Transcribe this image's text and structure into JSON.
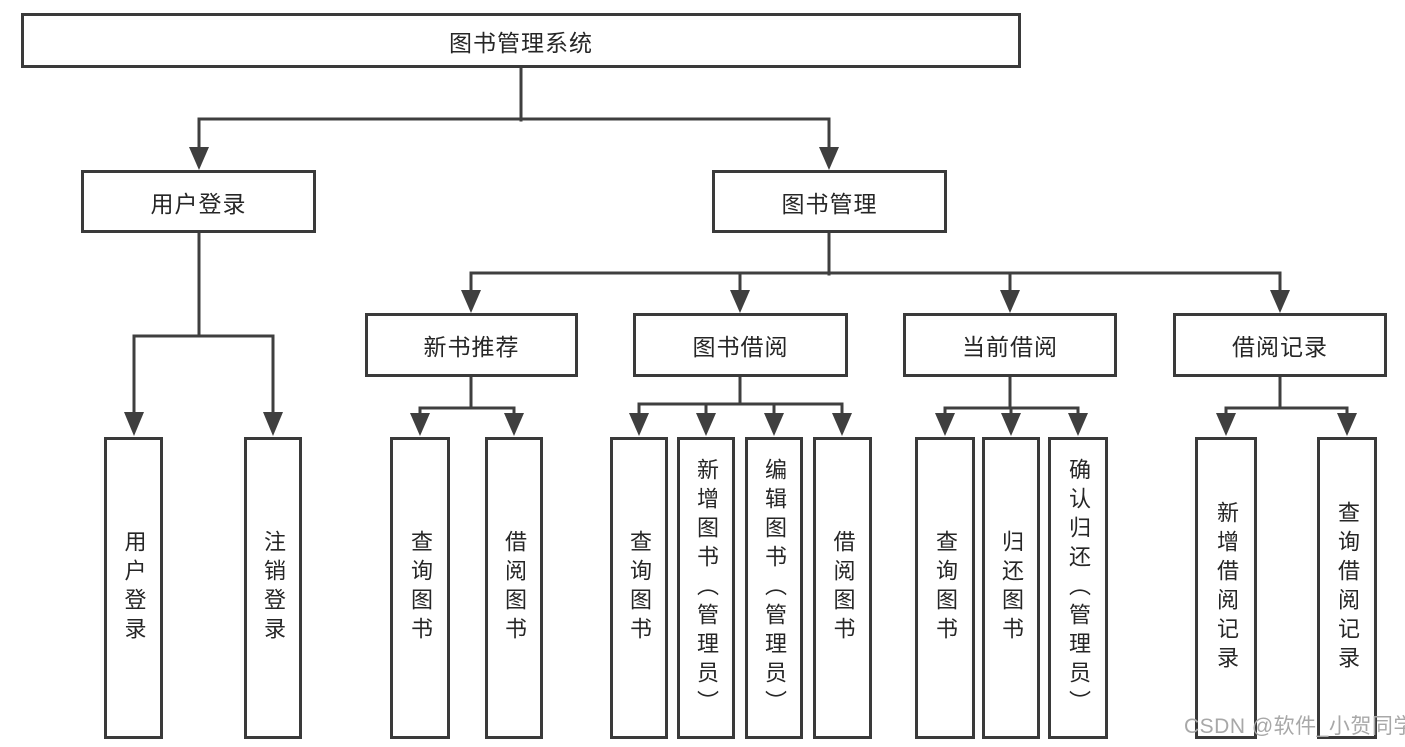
{
  "diagram": {
    "root": {
      "label": "图书管理系统"
    },
    "level1": [
      {
        "label": "用户登录",
        "children": [
          {
            "label": "用户登录"
          },
          {
            "label": "注销登录"
          }
        ]
      },
      {
        "label": "图书管理"
      }
    ],
    "level2": [
      {
        "label": "新书推荐",
        "children": [
          {
            "label": "查询图书"
          },
          {
            "label": "借阅图书"
          }
        ]
      },
      {
        "label": "图书借阅",
        "children": [
          {
            "label": "查询图书"
          },
          {
            "label": "新增图书（管理员）"
          },
          {
            "label": "编辑图书（管理员）"
          },
          {
            "label": "借阅图书"
          }
        ]
      },
      {
        "label": "当前借阅",
        "children": [
          {
            "label": "查询图书"
          },
          {
            "label": "归还图书"
          },
          {
            "label": "确认归还（管理员）"
          }
        ]
      },
      {
        "label": "借阅记录",
        "children": [
          {
            "label": "新增借阅记录"
          },
          {
            "label": "查询借阅记录"
          }
        ]
      }
    ]
  },
  "watermark": {
    "text": "CSDN @软件_小贺同学"
  },
  "colors": {
    "line": "#3f3f3f",
    "border": "#3a3a3a",
    "text": "#262626",
    "watermark": "#a8a8a8",
    "background": "#ffffff"
  }
}
